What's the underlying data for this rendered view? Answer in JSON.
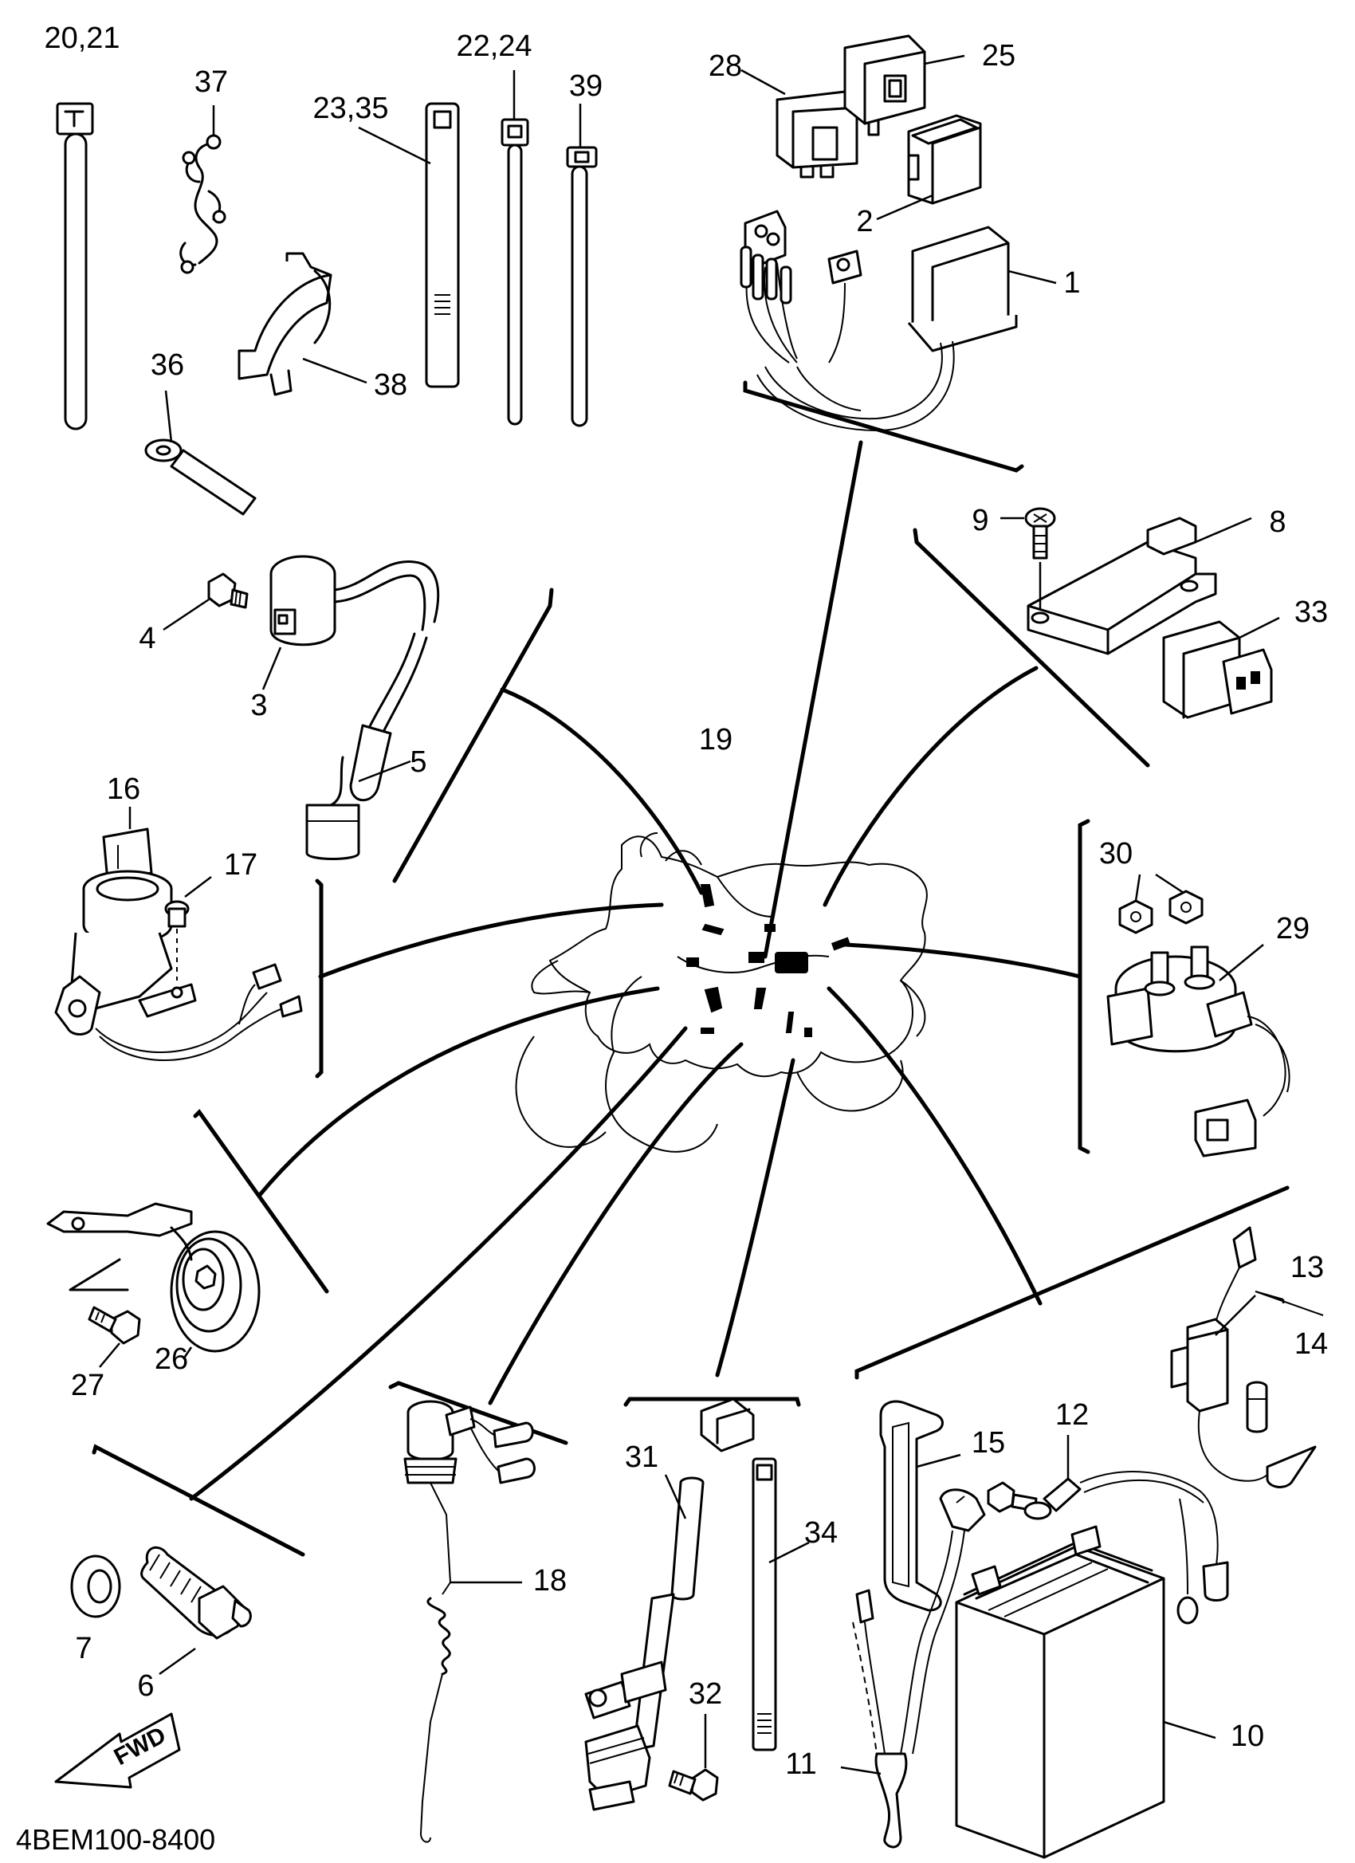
{
  "diagram_code": "4BEM100-8400",
  "fwd_label": "FWD",
  "callouts": [
    {
      "id": "c-20-21",
      "text": "20,21"
    },
    {
      "id": "c-37",
      "text": "37"
    },
    {
      "id": "c-22-24",
      "text": "22,24"
    },
    {
      "id": "c-23-35",
      "text": "23,35"
    },
    {
      "id": "c-39",
      "text": "39"
    },
    {
      "id": "c-28",
      "text": "28"
    },
    {
      "id": "c-25",
      "text": "25"
    },
    {
      "id": "c-2",
      "text": "2"
    },
    {
      "id": "c-1",
      "text": "1"
    },
    {
      "id": "c-36",
      "text": "36"
    },
    {
      "id": "c-38",
      "text": "38"
    },
    {
      "id": "c-4",
      "text": "4"
    },
    {
      "id": "c-3",
      "text": "3"
    },
    {
      "id": "c-5",
      "text": "5"
    },
    {
      "id": "c-9",
      "text": "9"
    },
    {
      "id": "c-8",
      "text": "8"
    },
    {
      "id": "c-33",
      "text": "33"
    },
    {
      "id": "c-19",
      "text": "19"
    },
    {
      "id": "c-16",
      "text": "16"
    },
    {
      "id": "c-17",
      "text": "17"
    },
    {
      "id": "c-30",
      "text": "30"
    },
    {
      "id": "c-29",
      "text": "29"
    },
    {
      "id": "c-13",
      "text": "13"
    },
    {
      "id": "c-14",
      "text": "14"
    },
    {
      "id": "c-27",
      "text": "27"
    },
    {
      "id": "c-26",
      "text": "26"
    },
    {
      "id": "c-12",
      "text": "12"
    },
    {
      "id": "c-15",
      "text": "15"
    },
    {
      "id": "c-31",
      "text": "31"
    },
    {
      "id": "c-34",
      "text": "34"
    },
    {
      "id": "c-18",
      "text": "18"
    },
    {
      "id": "c-7",
      "text": "7"
    },
    {
      "id": "c-6",
      "text": "6"
    },
    {
      "id": "c-32",
      "text": "32"
    },
    {
      "id": "c-11",
      "text": "11"
    },
    {
      "id": "c-10",
      "text": "10"
    }
  ]
}
